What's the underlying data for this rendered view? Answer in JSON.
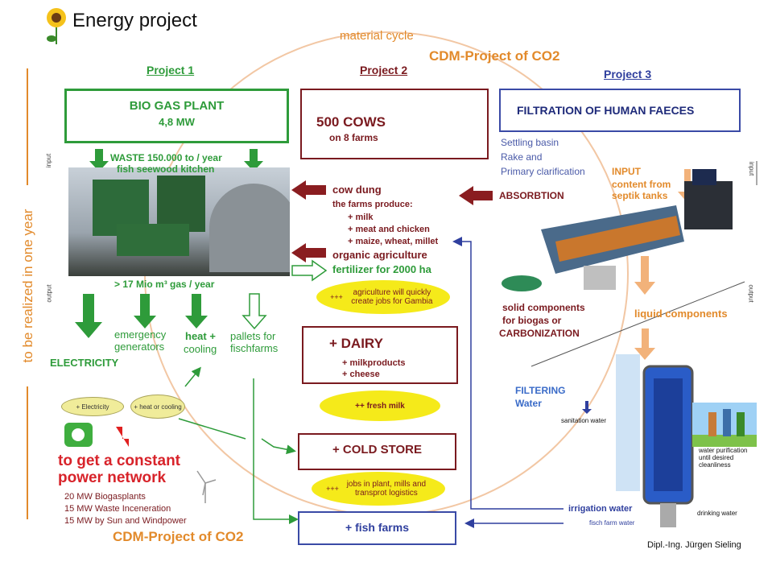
{
  "title": "Energy project",
  "material_cycle": "material cycle",
  "cdm_top": "CDM-Project of CO2",
  "cdm_bottom": "CDM-Project of CO2",
  "vertical_label": "to be realized in one year",
  "input_label": "input",
  "output_label": "output",
  "project1": {
    "heading": "Project 1",
    "box_title": "BIO GAS PLANT",
    "box_sub": "4,8 MW",
    "waste_line1": "WASTE 150.000 to / year",
    "waste_line2": "fish  seewood  kitchen",
    "gas": "> 17 Mio m³ gas / year",
    "electricity": "ELECTRICITY",
    "emergency": "emergency generators",
    "heat": "heat +",
    "cooling": "cooling",
    "pallets": "pallets for fischfarms",
    "pill_elec": "+ Electricity",
    "pill_heat": "+ heat or cooling",
    "constant_power": "to get a constant power network",
    "mw1": "20 MW Biogasplants",
    "mw2": "15 MW Waste Inceneration",
    "mw3": "15 MW by Sun and Windpower"
  },
  "project2": {
    "heading": "Project 2",
    "cows": "500 COWS",
    "farms": "on 8 farms",
    "cow_dung": "cow dung",
    "farms_produce": "the farms produce:",
    "p1": "+ milk",
    "p2": "+ meat and chicken",
    "p3": "+ maize, wheat, millet",
    "organic": "organic agriculture",
    "fertilizer": "fertilizer for 2000 ha",
    "ell1_plus": "+++",
    "ell1": "agriculture will quickly create jobs for Gambia",
    "dairy": "+ DAIRY",
    "milkproducts": "+ milkproducts",
    "cheese": "+ cheese",
    "ell2": "++  fresh milk",
    "cold_store": "+ COLD STORE",
    "ell3_plus": "+++",
    "ell3": "jobs in plant, mills and transprot logistics",
    "fish_farms": "+ fish farms"
  },
  "project3": {
    "heading": "Project 3",
    "box_title": "FILTRATION OF HUMAN FAECES",
    "settling1": "Settling basin",
    "settling2": "Rake and",
    "settling3": "Primary clarification",
    "absorption": "ABSORBTION",
    "input_head": "INPUT",
    "input_sub1": "content from",
    "input_sub2": "septik tanks",
    "solid1": "solid components",
    "solid2": "for biogas or",
    "solid3": "CARBONIZATION",
    "liquid": "liquid components",
    "filtering1": "FILTERING",
    "filtering2": "Water",
    "sanitation": "sanitation water",
    "purification": "water purification until desired cleanliness",
    "irrigation": "irrigation water",
    "fisch_farm_water": "fisch farm water",
    "drinking": "drinking water"
  },
  "author": "Dipl.-Ing. Jürgen Sieling"
}
